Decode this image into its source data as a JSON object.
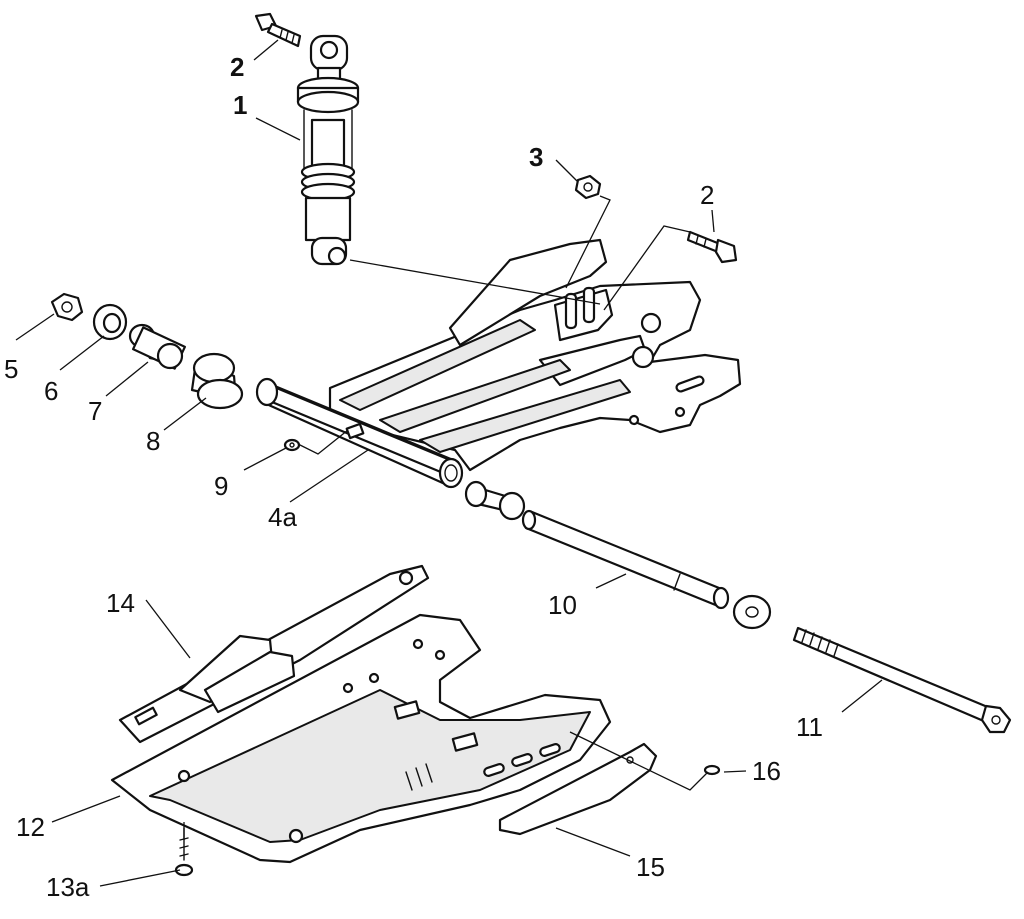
{
  "callouts": {
    "c1": "1",
    "c2a": "2",
    "c2b": "2",
    "c3": "3",
    "c4a": "4a",
    "c5": "5",
    "c6": "6",
    "c7": "7",
    "c8": "8",
    "c9": "9",
    "c10": "10",
    "c11": "11",
    "c12": "12",
    "c13a": "13a",
    "c14": "14",
    "c15": "15",
    "c16": "16"
  }
}
